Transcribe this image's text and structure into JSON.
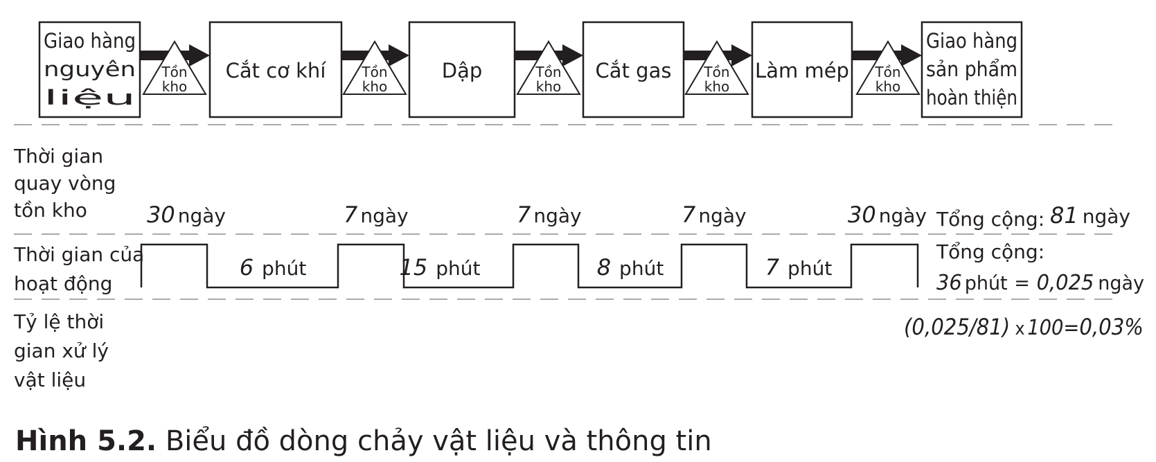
{
  "process": [
    {
      "id": "p1",
      "lines": [
        "Giao hàng",
        "nguyên",
        "liệu"
      ]
    },
    {
      "id": "p2",
      "lines": [
        "Cắt cơ khí"
      ]
    },
    {
      "id": "p3",
      "lines": [
        "Dập"
      ]
    },
    {
      "id": "p4",
      "lines": [
        "Cắt gas"
      ]
    },
    {
      "id": "p5",
      "lines": [
        "Làm mép"
      ]
    },
    {
      "id": "p6",
      "lines": [
        "Giao  hàng",
        "sản  phẩm",
        "hoàn thiện"
      ]
    }
  ],
  "inventory": {
    "line1": "Tồn",
    "line2": "kho"
  },
  "rows": {
    "turnover": {
      "label": [
        "Thời gian",
        "quay vòng",
        "tồn kho"
      ],
      "values": [
        {
          "num": "30",
          "unit": "ngày"
        },
        {
          "num": "7",
          "unit": "ngày"
        },
        {
          "num": "7",
          "unit": "ngày"
        },
        {
          "num": "7",
          "unit": "ngày"
        },
        {
          "num": "30",
          "unit": "ngày"
        }
      ],
      "total_label": "Tổng cộng:",
      "total_num": "81",
      "total_unit": "ngày"
    },
    "activity": {
      "label": [
        "Thời gian của",
        "hoạt động"
      ],
      "values": [
        {
          "num": "6",
          "unit": "phút"
        },
        {
          "num": "15",
          "unit": "phút"
        },
        {
          "num": "8",
          "unit": "phút"
        },
        {
          "num": "7",
          "unit": "phút"
        }
      ],
      "total_label": "Tổng cộng:",
      "total_line2": {
        "num": "36",
        "unit": "phút",
        "eq": "=",
        "result": "0,025",
        "result_unit": "ngày"
      }
    },
    "ratio": {
      "label": [
        "Tỷ lệ thời",
        "gian xử lý",
        "vật liệu"
      ],
      "formula": "(0,025/81)",
      "times": "x",
      "hundred": "100=",
      "result": "0,03%"
    }
  },
  "caption": {
    "bold": "Hình 5.2.",
    "text": " Biểu đồ dòng chảy vật liệu và thông tin"
  }
}
